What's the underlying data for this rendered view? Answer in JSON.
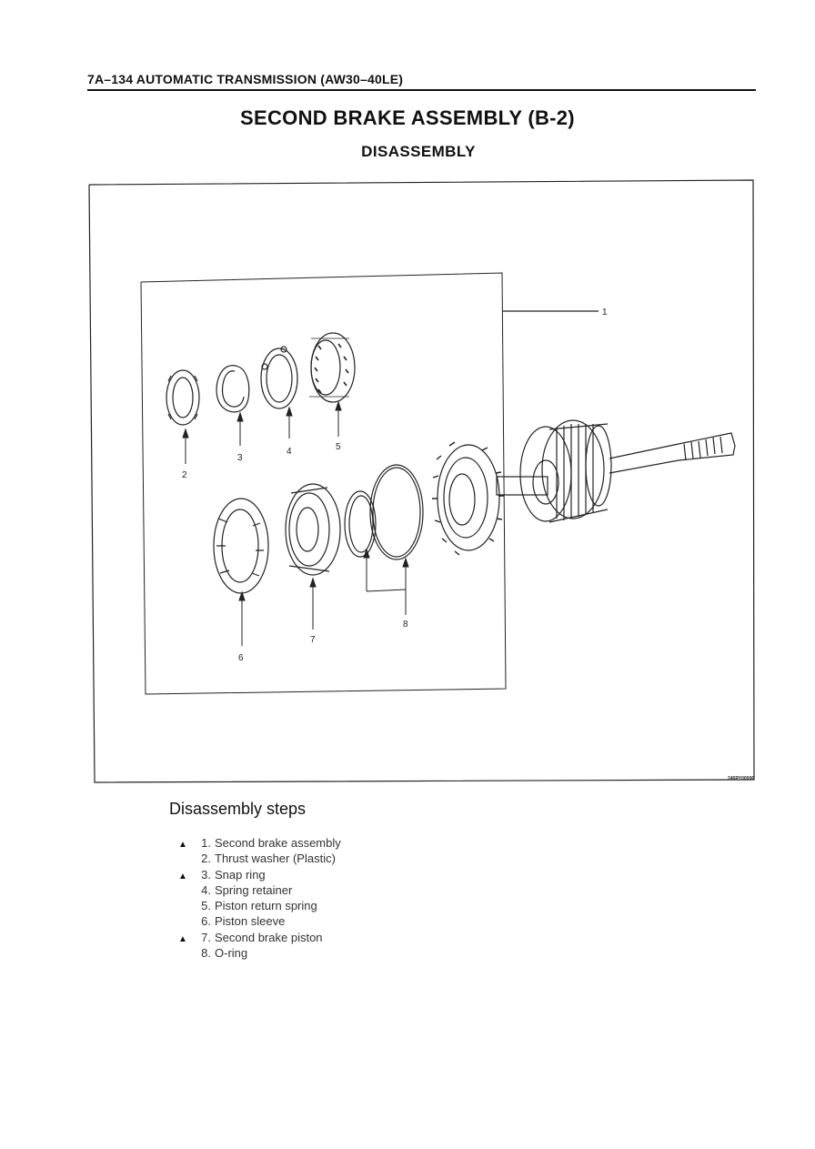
{
  "header": {
    "text": "7A–134 AUTOMATIC TRANSMISSION (AW30–40LE)"
  },
  "title": "SECOND BRAKE ASSEMBLY (B-2)",
  "subtitle": "DISASSEMBLY",
  "figure": {
    "callouts": [
      "1",
      "2",
      "3",
      "4",
      "5",
      "6",
      "7",
      "8"
    ],
    "code": "246RY00006"
  },
  "steps": {
    "title": "Disassembly steps",
    "items": [
      {
        "marker": "▲",
        "num": "1.",
        "label": "Second brake assembly"
      },
      {
        "marker": "",
        "num": "2.",
        "label": "Thrust washer (Plastic)"
      },
      {
        "marker": "▲",
        "num": "3.",
        "label": "Snap ring"
      },
      {
        "marker": "",
        "num": "4.",
        "label": "Spring retainer"
      },
      {
        "marker": "",
        "num": "5.",
        "label": "Piston return spring"
      },
      {
        "marker": "",
        "num": "6.",
        "label": "Piston sleeve"
      },
      {
        "marker": "▲",
        "num": "7.",
        "label": "Second brake piston"
      },
      {
        "marker": "",
        "num": "8.",
        "label": "O-ring"
      }
    ]
  }
}
